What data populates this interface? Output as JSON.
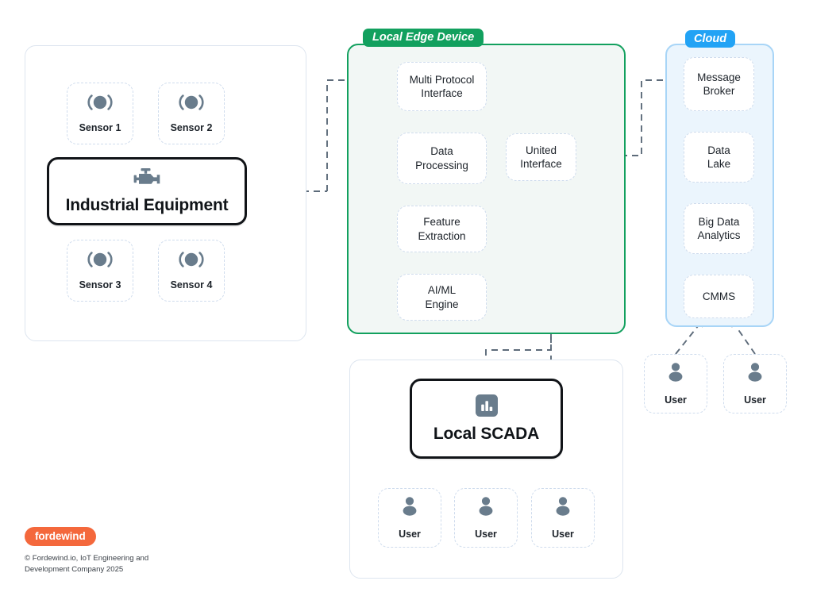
{
  "sections": {
    "edge": {
      "badge": "Local Edge Device"
    },
    "cloud": {
      "badge": "Cloud"
    }
  },
  "plant": {
    "equipment": {
      "label": "Industrial Equipment",
      "icon": "engine-icon"
    },
    "sensors": [
      {
        "label": "Sensor 1",
        "icon": "sensor-icon"
      },
      {
        "label": "Sensor 2",
        "icon": "sensor-icon"
      },
      {
        "label": "Sensor 3",
        "icon": "sensor-icon"
      },
      {
        "label": "Sensor 4",
        "icon": "sensor-icon"
      }
    ]
  },
  "edge_nodes": [
    {
      "label": "Multi Protocol\nInterface"
    },
    {
      "label": "Data\nProcessing"
    },
    {
      "label": "Feature\nExtraction"
    },
    {
      "label": "AI/ML\nEngine"
    },
    {
      "label": "United\nInterface"
    }
  ],
  "cloud_nodes": [
    {
      "label": "Message\nBroker"
    },
    {
      "label": "Data\nLake"
    },
    {
      "label": "Big Data\nAnalytics"
    },
    {
      "label": "CMMS"
    }
  ],
  "cloud_users": [
    {
      "label": "User",
      "icon": "user-icon"
    },
    {
      "label": "User",
      "icon": "user-icon"
    }
  ],
  "scada": {
    "label": "Local SCADA",
    "icon": "bar-chart-icon",
    "users": [
      {
        "label": "User",
        "icon": "user-icon"
      },
      {
        "label": "User",
        "icon": "user-icon"
      },
      {
        "label": "User",
        "icon": "user-icon"
      }
    ]
  },
  "footer": {
    "logo": "fordewind",
    "copyright": "© Fordewind.io, IoT Engineering and Development Company 2025"
  },
  "colors": {
    "edge_green": "#12a05e",
    "cloud_blue": "#22a3f5",
    "cloud_fill": "#ebf5fd",
    "edge_fill": "#f2f7f5",
    "container_border": "#dde5ef",
    "node_dashed_border": "#cfdced",
    "icon_slate": "#697c8c",
    "wire": "#5d6b7a",
    "brand_orange": "#f4683c",
    "solid_black": "#111418"
  }
}
